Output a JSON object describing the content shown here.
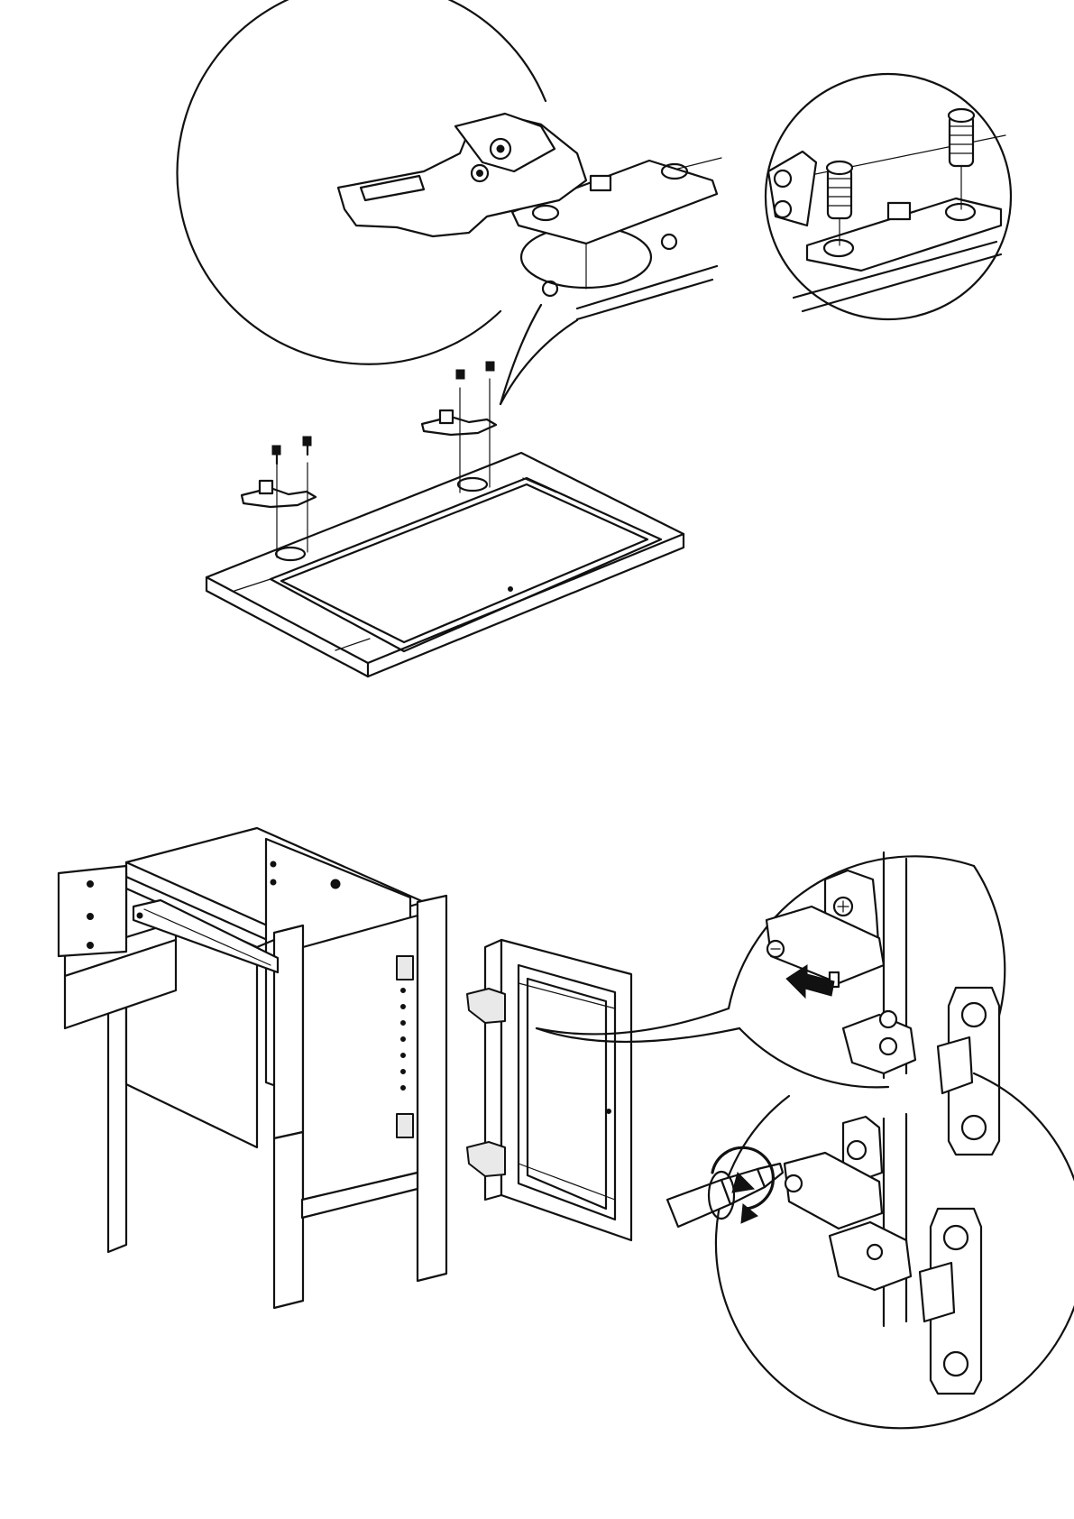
{
  "document": {
    "type": "assembly-instructions",
    "step_top": {
      "subject": "door-hinge-mounting",
      "icons": [
        "hinge-icon",
        "screw-icon",
        "door-panel-icon"
      ]
    },
    "step_bottom": {
      "subject": "door-hanging-on-cabinet",
      "icons": [
        "cabinet-frame-icon",
        "door-icon",
        "hinge-clip-icon",
        "screwdriver-icon",
        "rotate-arrow-icon",
        "push-arrow-icon"
      ]
    },
    "colors": {
      "ink": "#111111",
      "paper": "#ffffff"
    }
  }
}
